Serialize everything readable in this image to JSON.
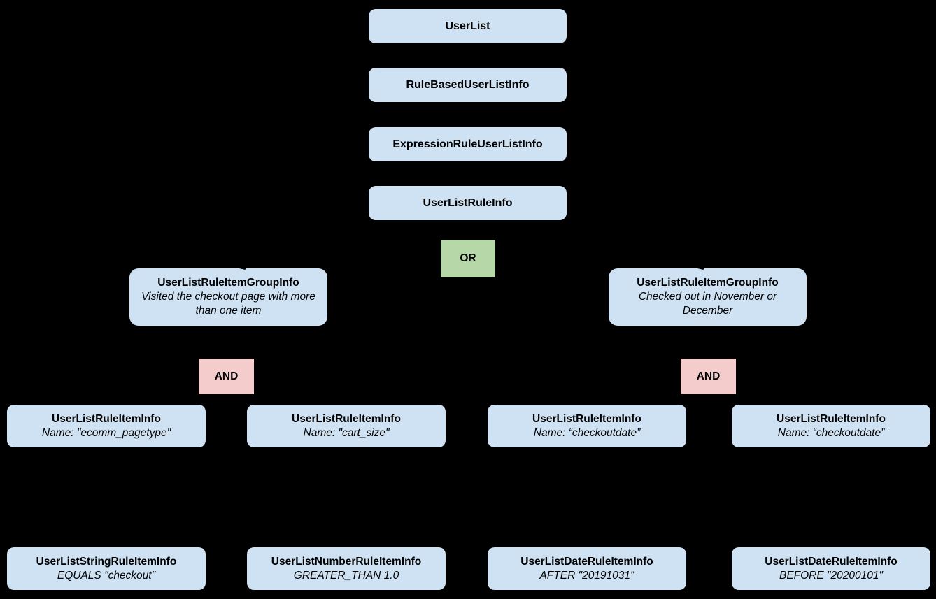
{
  "diagram": {
    "background": "#000000",
    "colors": {
      "node_fill": "#cfe2f3",
      "or_fill": "#b6d7a8",
      "and_fill": "#f4cccc",
      "text": "#000000"
    },
    "chain": [
      {
        "label": "UserList"
      },
      {
        "label": "RuleBasedUserListInfo"
      },
      {
        "label": "ExpressionRuleUserListInfo"
      },
      {
        "label": "UserListRuleInfo"
      }
    ],
    "operators": {
      "or": "OR",
      "and_left": "AND",
      "and_right": "AND"
    },
    "groups": [
      {
        "title": "UserListRuleItemGroupInfo",
        "subtitle": "Visited the checkout page with more than one item"
      },
      {
        "title": "UserListRuleItemGroupInfo",
        "subtitle": "Checked out in November or December"
      }
    ],
    "items": [
      {
        "title": "UserListRuleItemInfo",
        "subtitle": "Name: \"ecomm_pagetype\""
      },
      {
        "title": "UserListRuleItemInfo",
        "subtitle": "Name: \"cart_size\""
      },
      {
        "title": "UserListRuleItemInfo",
        "subtitle": "Name: “checkoutdate”"
      },
      {
        "title": "UserListRuleItemInfo",
        "subtitle": "Name: “checkoutdate”"
      }
    ],
    "leaves": [
      {
        "title": "UserListStringRuleItemInfo",
        "subtitle": "EQUALS \"checkout\""
      },
      {
        "title": "UserListNumberRuleItemInfo",
        "subtitle": "GREATER_THAN 1.0"
      },
      {
        "title": "UserListDateRuleItemInfo",
        "subtitle": "AFTER \"20191031\""
      },
      {
        "title": "UserListDateRuleItemInfo",
        "subtitle": "BEFORE \"20200101\""
      }
    ]
  }
}
